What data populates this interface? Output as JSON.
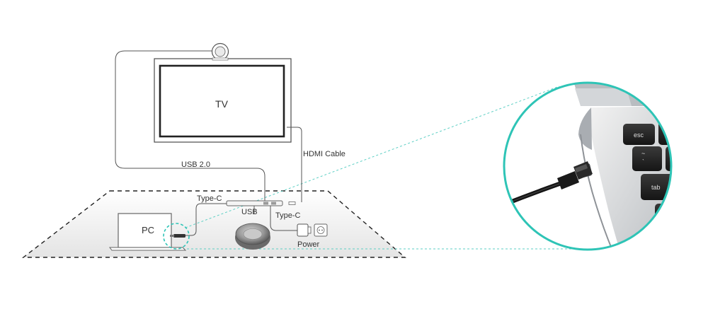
{
  "labels": {
    "tv": "TV",
    "usb20": "USB 2.0",
    "hdmi": "HDMI Cable",
    "typec_top": "Type-C",
    "usb": "USB",
    "typec_right": "Type-C",
    "pc": "PC",
    "power": "Power"
  },
  "zoom_keys": {
    "esc": "esc",
    "tilde": "~",
    "backtick": "`",
    "tab": "tab"
  },
  "colors": {
    "line": "#555555",
    "dashed_area": "#222222",
    "zoom_ring": "#2ec4b6",
    "zoom_guide": "#5ccfc4"
  }
}
